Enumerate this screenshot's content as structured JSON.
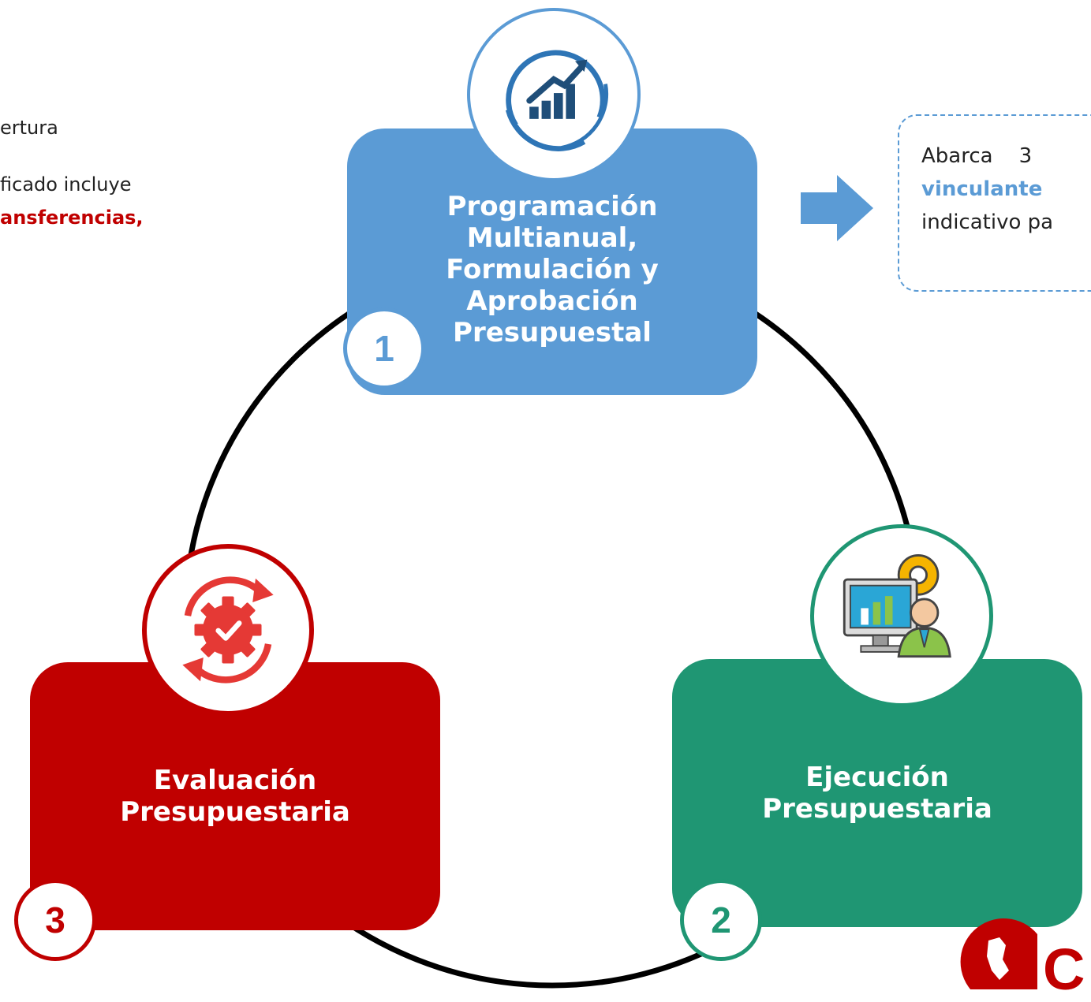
{
  "left_text": {
    "line1": "ertura",
    "line2": "ficado incluye",
    "line3": "ansferencias,"
  },
  "stages": [
    {
      "number": "1",
      "lines": [
        "Programación",
        "Multianual,",
        "Formulación y",
        "Aprobación",
        "Presupuestal"
      ],
      "color": "#5b9bd5",
      "icon": "rising-chart-icon"
    },
    {
      "number": "2",
      "lines": [
        "Ejecución",
        "Presupuestaria"
      ],
      "color": "#1f9673",
      "icon": "monitor-gear-person-icon"
    },
    {
      "number": "3",
      "lines": [
        "Evaluación",
        "Presupuestaria"
      ],
      "color": "#c00000",
      "icon": "gear-check-cycle-icon"
    }
  ],
  "callout": {
    "line1": "Abarca    3",
    "line2": "vinculante",
    "line3": "indicativo pa"
  },
  "logo": {
    "letter": "C",
    "color": "#c00000"
  }
}
